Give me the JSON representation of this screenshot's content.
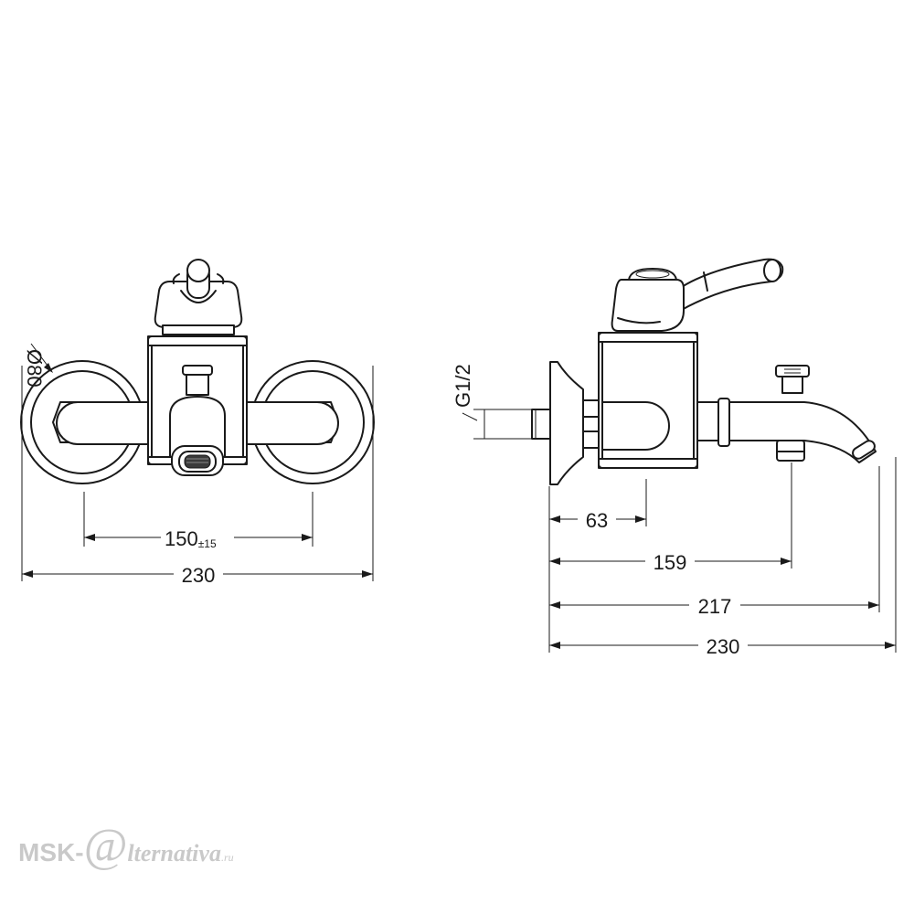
{
  "front_view": {
    "diameter_label": "Ø80",
    "center_distance": {
      "value": "150",
      "tolerance": "±15"
    },
    "overall_width": "230"
  },
  "side_view": {
    "thread_label": "G1/2",
    "dimensions": [
      "63",
      "159",
      "217",
      "230"
    ]
  },
  "watermark": {
    "prefix": "MSK-",
    "at_symbol": "@",
    "name": "lternativa",
    "suffix": ".ru"
  }
}
